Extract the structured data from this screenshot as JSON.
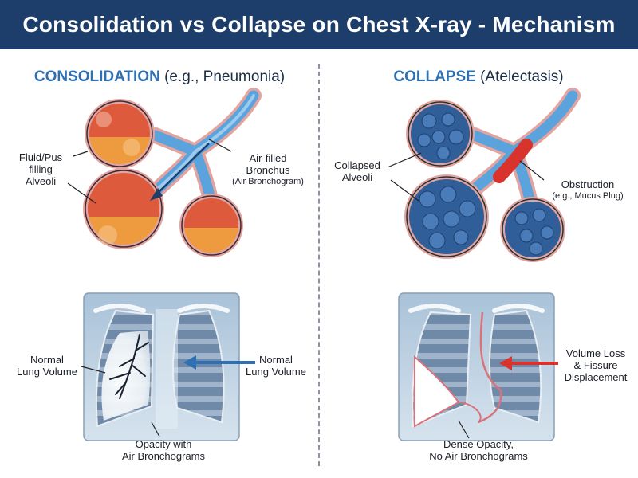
{
  "title": "Consolidation vs Collapse on Chest X-ray - Mechanism",
  "consolidation": {
    "heading_key": "CONSOLIDATION",
    "heading_rest": "(e.g., Pneumonia)",
    "fluid_label": [
      "Fluid/Pus",
      "filling",
      "Alveoli"
    ],
    "bronchus_label": [
      "Air-filled",
      "Bronchus"
    ],
    "bronchogram_note": "(Air Bronchogram)",
    "xray_left_label": [
      "Normal",
      "Lung Volume"
    ],
    "xray_right_label": [
      "Normal",
      "Lung Volume"
    ],
    "xray_bottom_label": [
      "Opacity with",
      "Air Bronchograms"
    ]
  },
  "collapse": {
    "heading_key": "COLLAPSE",
    "heading_rest": "(Atelectasis)",
    "alveoli_label": [
      "Collapsed",
      "Alveoli"
    ],
    "obstruction_label": "Obstruction",
    "obstruction_note": "(e.g., Mucus Plug)",
    "xray_right_label": [
      "Volume Loss",
      "& Fissure",
      "Displacement"
    ],
    "xray_bottom_label": [
      "Dense Opacity,",
      "No Air Bronchograms"
    ]
  },
  "colors": {
    "header": "#1d3d6b",
    "accent_blue": "#2e70b2",
    "fluid_red": "#de5a3c",
    "fluid_orange": "#ee9a3e",
    "collapsed_blue": "#2f5e99",
    "obstruction_red": "#d8342d",
    "xray_bg": "#bfd3e3"
  }
}
